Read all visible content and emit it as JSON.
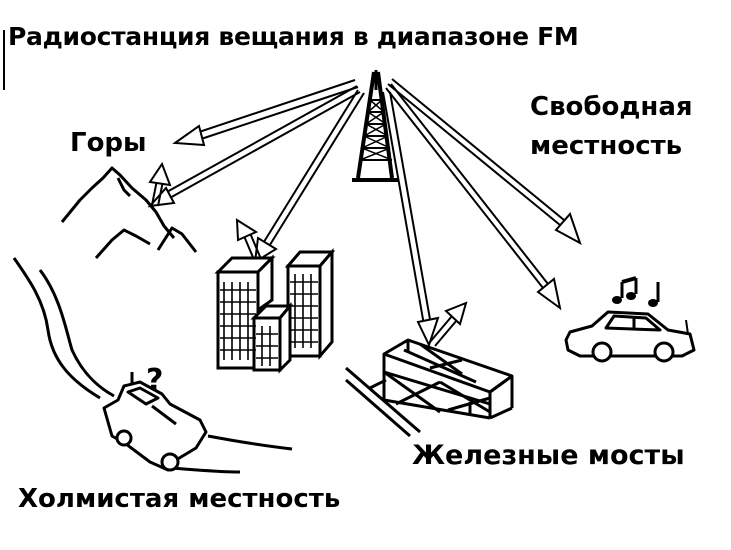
{
  "title": "Радиостанция вещания в диапазоне FM",
  "labels": {
    "mountains": "Горы",
    "open_area_line1": "Свободная",
    "open_area_line2": "местность",
    "iron_bridges": "Железные мосты",
    "hilly_area": "Холмистая местность"
  },
  "marks": {
    "question": "?"
  },
  "colors": {
    "ink": "#000000",
    "paper": "#ffffff"
  }
}
